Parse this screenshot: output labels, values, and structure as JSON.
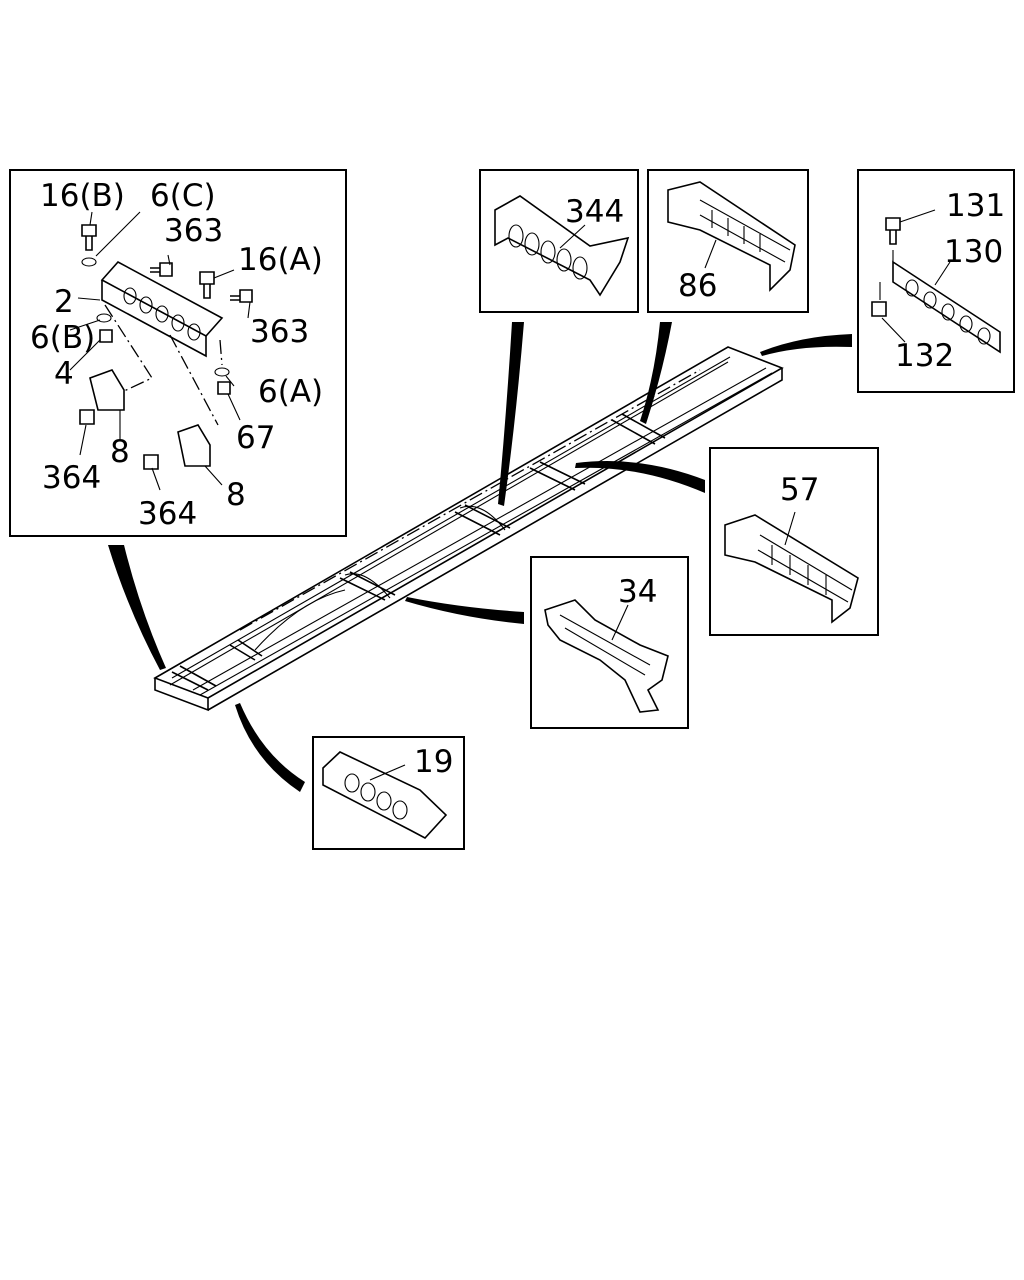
{
  "diagram": {
    "detail_a": {
      "labels": [
        "16(B)",
        "6(C)",
        "363",
        "16(A)",
        "2",
        "363",
        "6(B)",
        "4",
        "6(A)",
        "67",
        "8",
        "364",
        "364",
        "8"
      ]
    },
    "detail_344": {
      "labels": [
        "344"
      ]
    },
    "detail_86": {
      "labels": [
        "86"
      ]
    },
    "detail_130": {
      "labels": [
        "131",
        "130",
        "132"
      ]
    },
    "detail_57": {
      "labels": [
        "57"
      ]
    },
    "detail_34": {
      "labels": [
        "34"
      ]
    },
    "detail_19": {
      "labels": [
        "19"
      ]
    }
  }
}
